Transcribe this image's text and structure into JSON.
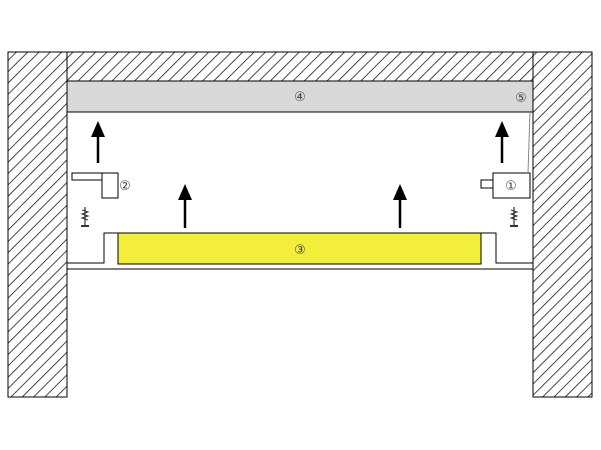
{
  "diagram": {
    "labels": {
      "ceiling_panel": "④",
      "bar": "③",
      "bracket_left": "②",
      "bracket_right": "①",
      "corner": "⑤"
    },
    "colors": {
      "hatch": "#1a1a1a",
      "panel": "#d9d9d9",
      "bar": "#f2ee3a",
      "stroke": "#000000"
    }
  }
}
